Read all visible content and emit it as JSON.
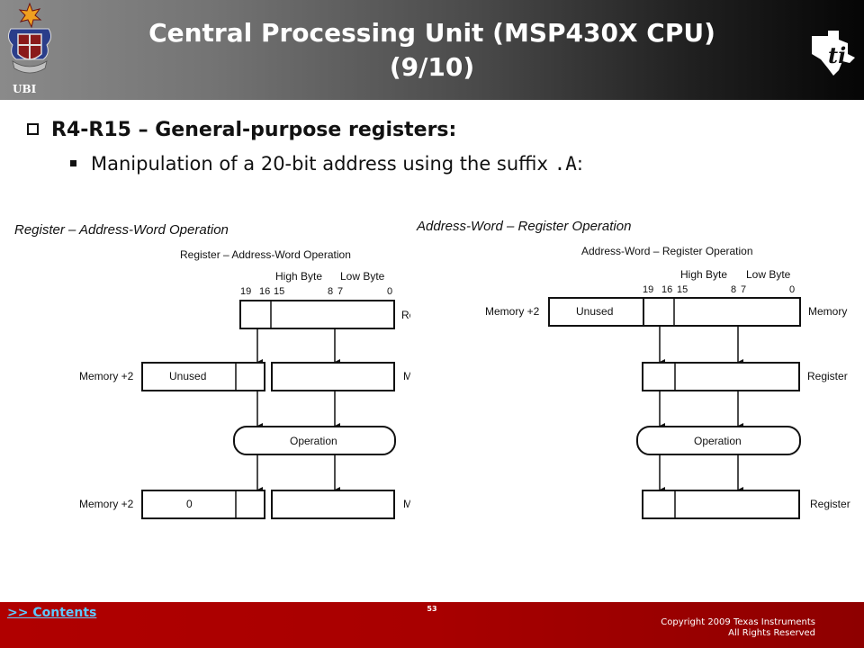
{
  "header": {
    "title_line1": "Central Processing Unit (MSP430X CPU)",
    "title_line2": "(9/10)",
    "left_logo_text": "UBI"
  },
  "content": {
    "bullet1": "R4-R15 – General-purpose registers:",
    "bullet2_prefix": "Manipulation of a 20-bit address using the suffix ",
    "bullet2_code": ".A",
    "bullet2_suffix": ":"
  },
  "diagram_left": {
    "heading": "Register – Address-Word Operation",
    "subtitle": "Register – Address-Word Operation",
    "high_byte": "High Byte",
    "low_byte": "Low Byte",
    "bits": [
      "19",
      "16",
      "15",
      "8",
      "7",
      "0"
    ],
    "row1_right": "Re",
    "row2_left": "Memory +2",
    "row2_cell": "Unused",
    "row2_right": "M",
    "operation": "Operation",
    "row3_left": "Memory +2",
    "row3_cell": "0",
    "row3_right": "M"
  },
  "diagram_right": {
    "heading": "Address-Word – Register Operation",
    "subtitle": "Address-Word – Register Operation",
    "high_byte": "High Byte",
    "low_byte": "Low Byte",
    "bits": [
      "19",
      "16",
      "15",
      "8",
      "7",
      "0"
    ],
    "row1_left": "Memory +2",
    "row1_cell": "Unused",
    "row1_right": "Memory",
    "row2_right": "Register",
    "operation": "Operation",
    "row3_right": "Register"
  },
  "footer": {
    "contents_link": ">> Contents",
    "page_number": "53",
    "copyright_line1": "Copyright  2009 Texas Instruments",
    "copyright_line2": "All Rights Reserved"
  },
  "colors": {
    "header_dark": "#050505",
    "footer_red": "#a80000",
    "link_blue": "#5ec8ff"
  }
}
